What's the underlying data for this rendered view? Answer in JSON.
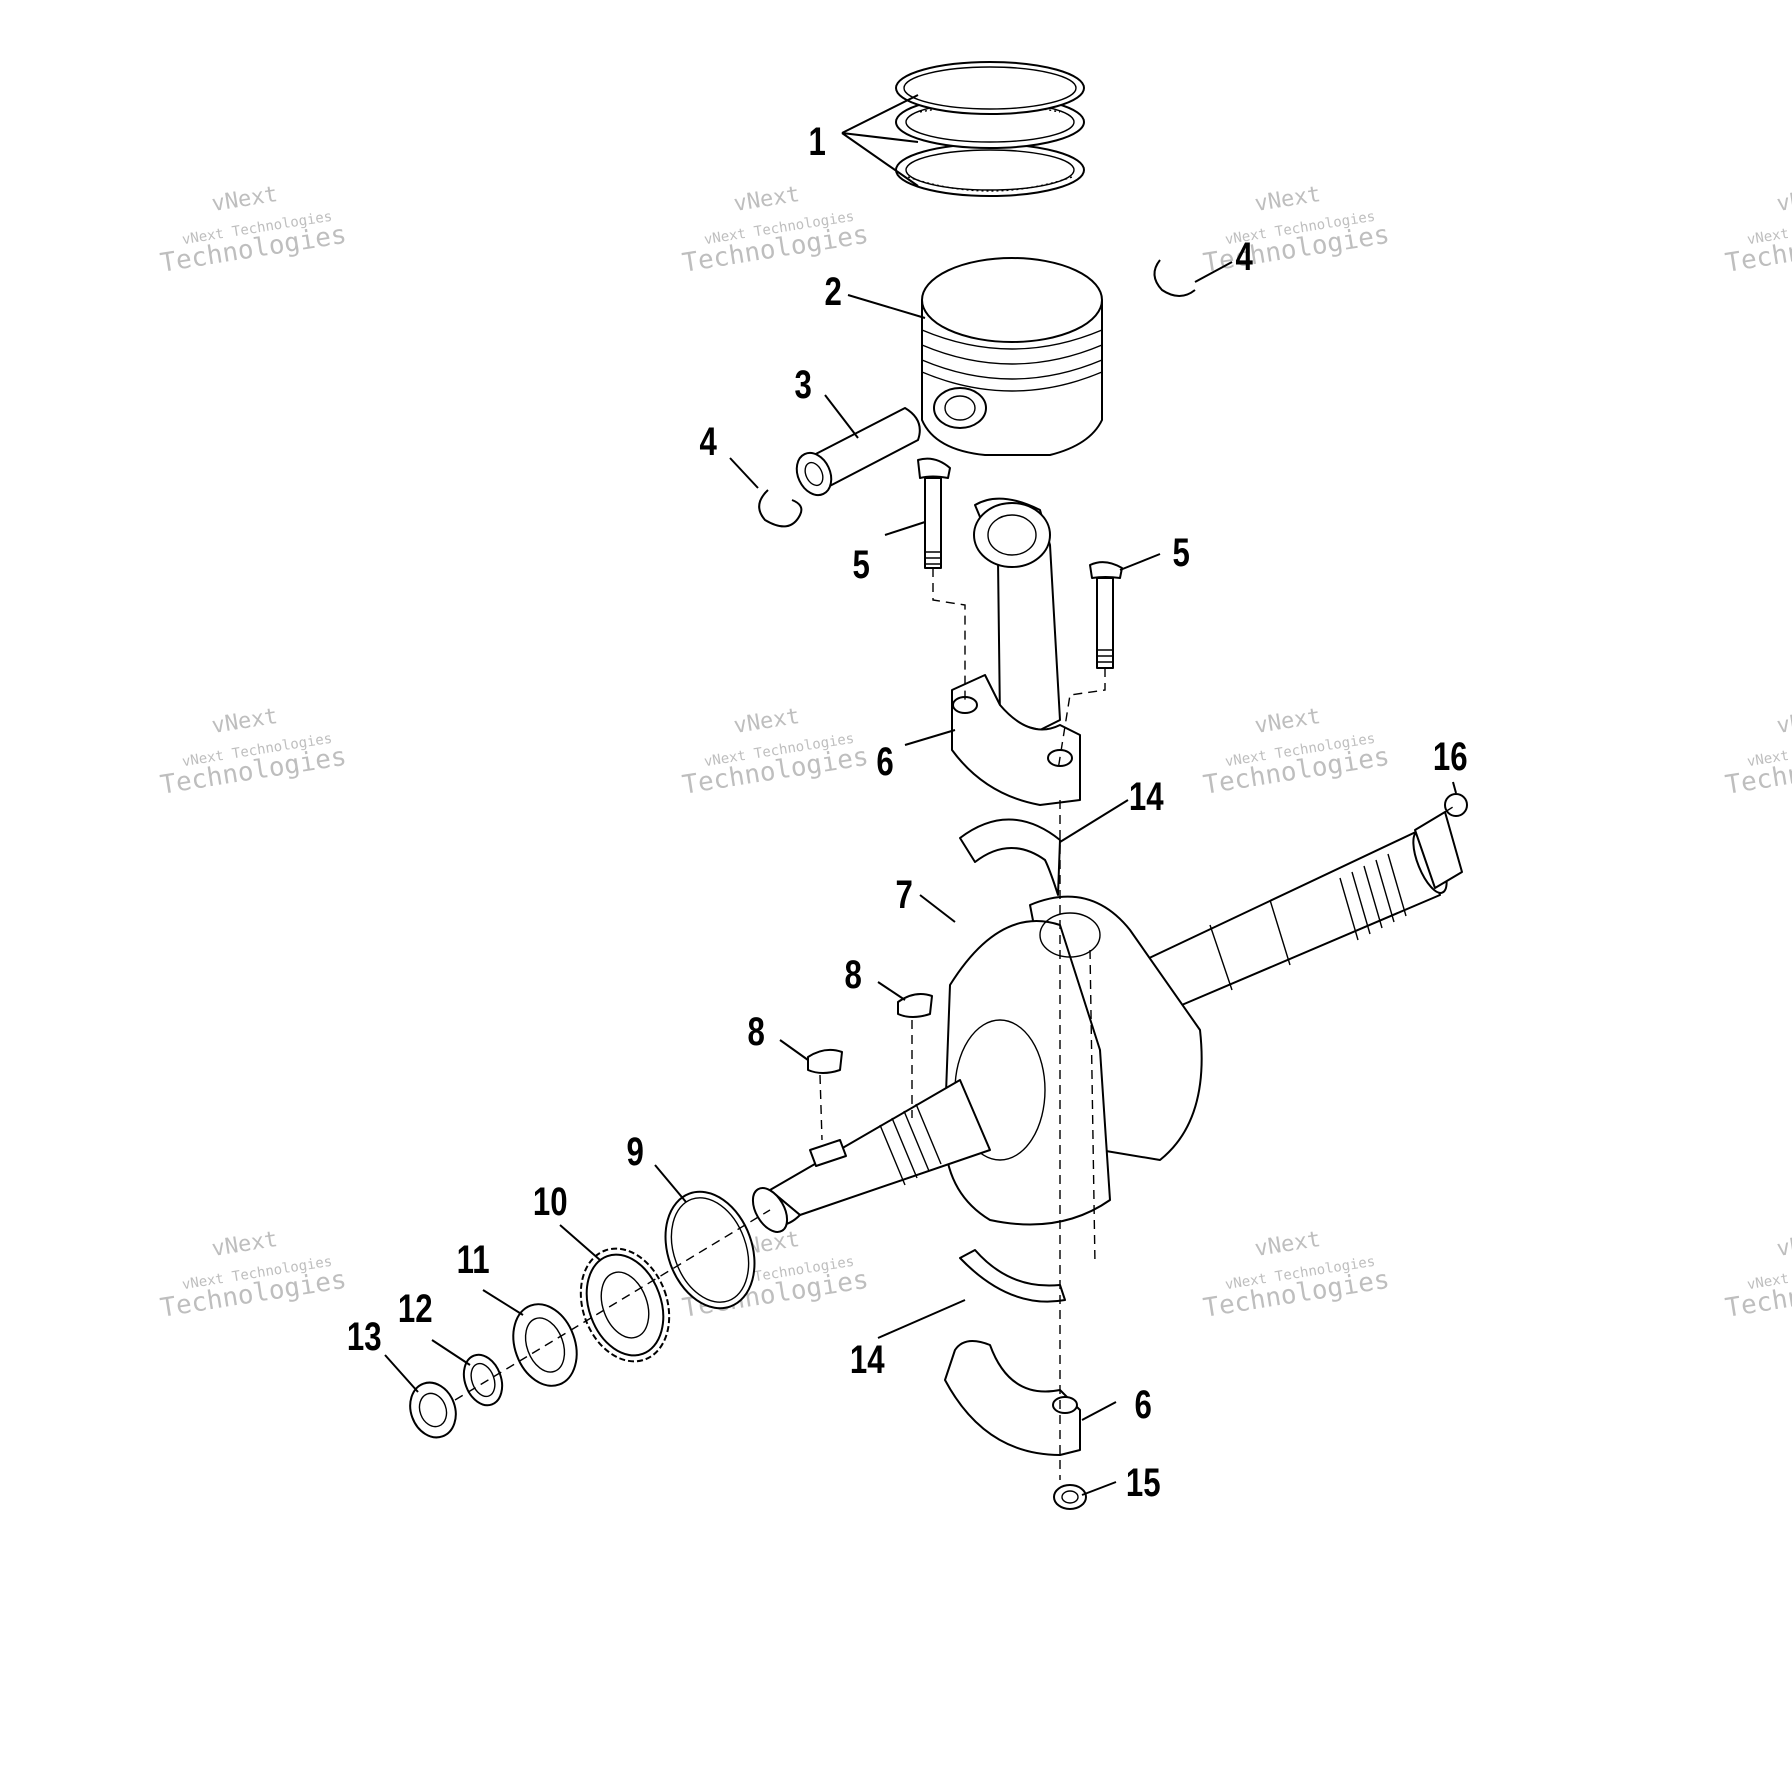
{
  "watermark": {
    "line1": "vNext",
    "line2": "vNext Technologies",
    "line3": "Technologies"
  },
  "callouts": [
    {
      "id": "c1",
      "label": "1"
    },
    {
      "id": "c2",
      "label": "2"
    },
    {
      "id": "c3",
      "label": "3"
    },
    {
      "id": "c4a",
      "label": "4"
    },
    {
      "id": "c4b",
      "label": "4"
    },
    {
      "id": "c5a",
      "label": "5"
    },
    {
      "id": "c5b",
      "label": "5"
    },
    {
      "id": "c6a",
      "label": "6"
    },
    {
      "id": "c6b",
      "label": "6"
    },
    {
      "id": "c7",
      "label": "7"
    },
    {
      "id": "c8a",
      "label": "8"
    },
    {
      "id": "c8b",
      "label": "8"
    },
    {
      "id": "c9",
      "label": "9"
    },
    {
      "id": "c10",
      "label": "10"
    },
    {
      "id": "c11",
      "label": "11"
    },
    {
      "id": "c12",
      "label": "12"
    },
    {
      "id": "c13",
      "label": "13"
    },
    {
      "id": "c14a",
      "label": "14"
    },
    {
      "id": "c14b",
      "label": "14"
    },
    {
      "id": "c15",
      "label": "15"
    },
    {
      "id": "c16",
      "label": "16"
    }
  ]
}
